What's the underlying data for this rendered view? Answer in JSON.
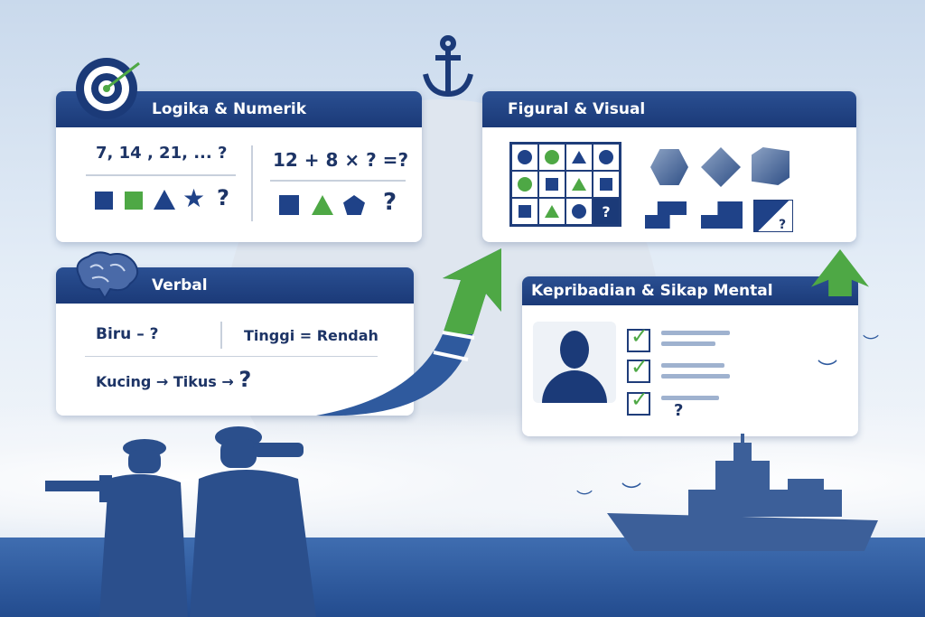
{
  "cards": {
    "logika": {
      "title": "Logika & Numerik",
      "sequence": "7, 14 , 21, ... ?",
      "equation": "12 + 8 × ? =?",
      "q1": "?",
      "q2": "?"
    },
    "figural": {
      "title": "Figural & Visual",
      "grid_q": "?",
      "piece_q": "?"
    },
    "verbal": {
      "title": "Verbal",
      "q1": "Biru – ?",
      "q2": "Tinggi = Rendah",
      "q3": "Kucing → Tikus →",
      "q3_mark": "?"
    },
    "kepribadian": {
      "title": "Kepribadian & Sikap Mental",
      "q": "?"
    }
  },
  "colors": {
    "navy": "#1b3a78",
    "green": "#4ea845",
    "sea": "#2f5a9e"
  }
}
